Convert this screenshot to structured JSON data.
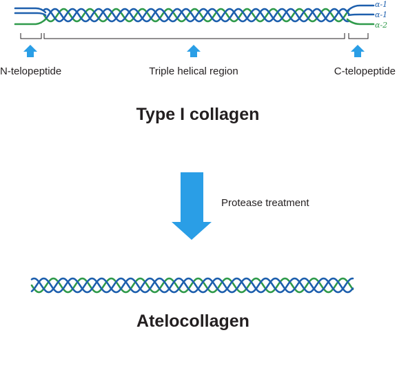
{
  "colors": {
    "alpha1": "#1d5fad",
    "alpha2": "#2f9a4a",
    "arrow": "#2a9ee6",
    "bracket": "#231f20",
    "text": "#231f20"
  },
  "chains": [
    {
      "label": "α-1",
      "color": "#1d5fad"
    },
    {
      "label": "α-1",
      "color": "#1d5fad"
    },
    {
      "label": "α-2",
      "color": "#2f9a4a"
    }
  ],
  "regions": {
    "n_telopeptide": "N-telopeptide",
    "triple_helical": "Triple helical region",
    "c_telopeptide": "C-telopeptide"
  },
  "top_title": "Type I collagen",
  "process_label": "Protease treatment",
  "bottom_title": "Atelocollagen"
}
